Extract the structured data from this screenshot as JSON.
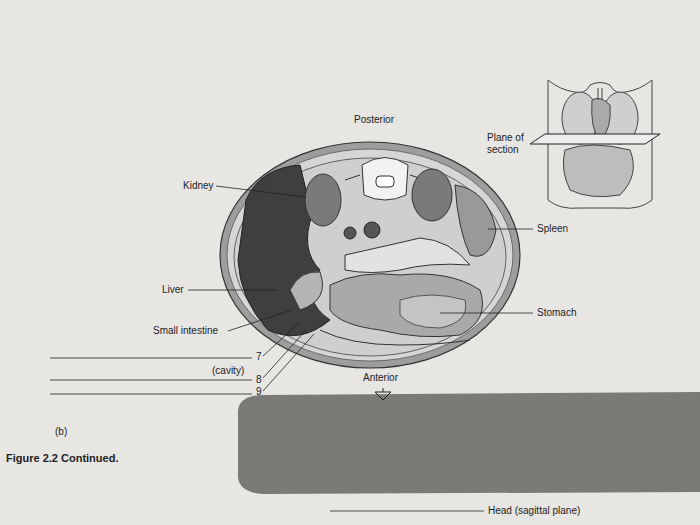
{
  "diagram": {
    "caption": "Figure 2.2 Continued.",
    "labels": [
      "Posterior",
      "Plane of section",
      "Kidney",
      "Spleen",
      "Liver",
      "Stomach",
      "Small intestine",
      "7",
      "(cavity)",
      "8",
      "9",
      "Anterior",
      "(b)",
      "Head (sagittal plane)"
    ]
  }
}
